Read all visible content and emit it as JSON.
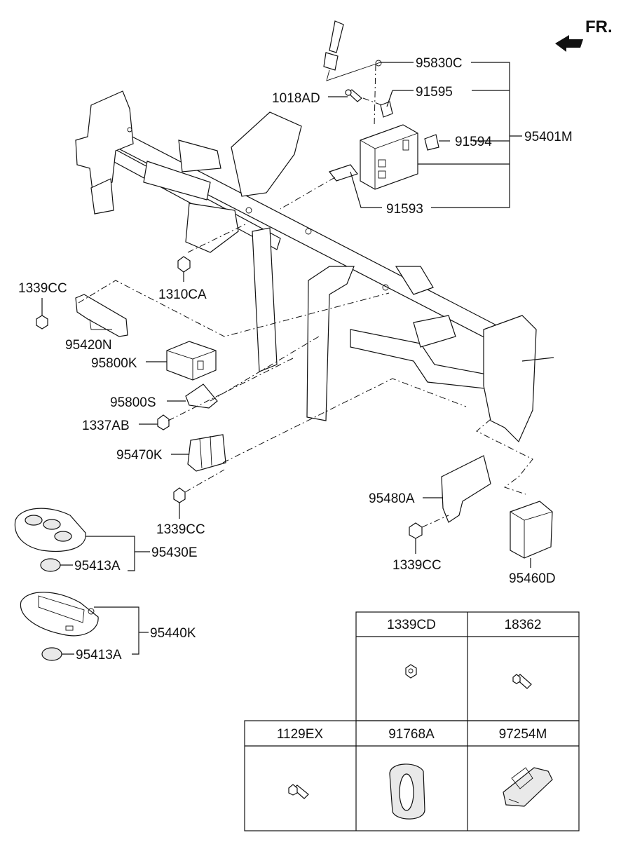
{
  "direction": {
    "label": "FR."
  },
  "callouts": {
    "c95830C": "95830C",
    "c1018AD": "1018AD",
    "c91595": "91595",
    "c91594": "91594",
    "c95401M": "95401M",
    "c91593": "91593",
    "c1339CC_a": "1339CC",
    "c1310CA": "1310CA",
    "c95420N": "95420N",
    "c95800K": "95800K",
    "c95800S": "95800S",
    "c1337AB": "1337AB",
    "c95470K": "95470K",
    "c1339CC_b": "1339CC",
    "c95480A": "95480A",
    "c1339CC_c": "1339CC",
    "c95430E": "95430E",
    "c95413A_a": "95413A",
    "c95460D": "95460D",
    "c95440K": "95440K",
    "c95413A_b": "95413A"
  },
  "parts_table": {
    "row1": [
      "1339CD",
      "18362"
    ],
    "row2": [
      "1129EX",
      "91768A",
      "97254M"
    ]
  }
}
